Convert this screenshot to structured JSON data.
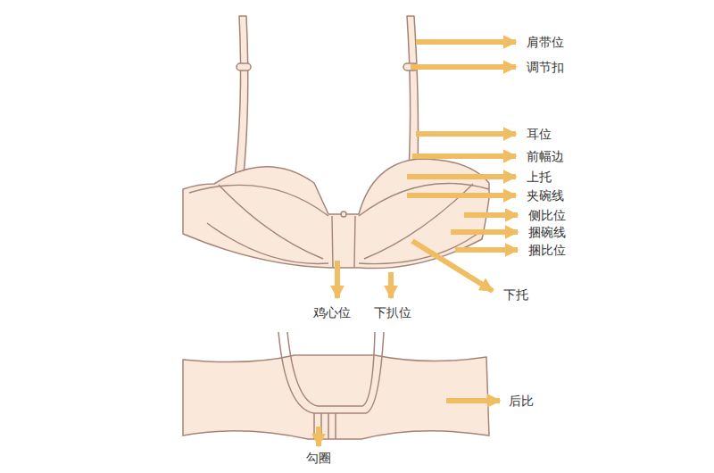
{
  "diagram": {
    "labels": [
      "肩带位",
      "调节扣",
      "耳位",
      "前幅边",
      "上托",
      "夹碗线",
      "侧比位",
      "捆碗线",
      "捆比位",
      "下托",
      "鸡心位",
      "下扒位",
      "后比",
      "勾圈"
    ]
  }
}
